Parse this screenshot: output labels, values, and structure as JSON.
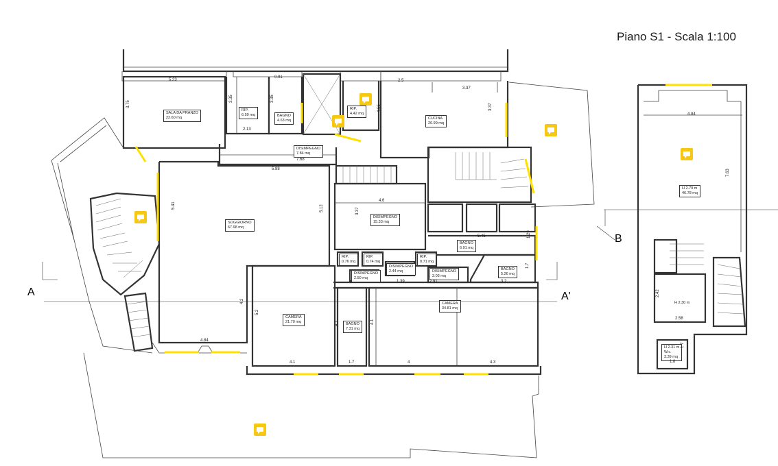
{
  "title": "Piano S1 - Scala 1:100",
  "section_labels": {
    "a_left": "A",
    "a_right": "A'",
    "b": "B"
  },
  "rooms": {
    "sala_da_pranzo": {
      "name": "SALA DA PRANZO",
      "area": "22.60 mq"
    },
    "rip1": {
      "name": "RIP.",
      "area": "6.59 mq"
    },
    "bagno1": {
      "name": "BAGNO",
      "area": "4.63 mq"
    },
    "disimpegno1": {
      "name": "DISIMPEGNO",
      "area": "7.84 mq"
    },
    "rip2": {
      "name": "RIP.",
      "area": "4.42 mq"
    },
    "cucina": {
      "name": "CUCINA",
      "area": "26.99 mq"
    },
    "soggiorno": {
      "name": "SOGGIORNO",
      "area": "67.98 mq"
    },
    "disimpegno2": {
      "name": "DISIMPEGNO",
      "area": "15.33 mq"
    },
    "bagno2": {
      "name": "BAGNO",
      "area": "6.91 mq"
    },
    "rip3": {
      "name": "RIP.",
      "area": "0.76 mq"
    },
    "rip4": {
      "name": "RIP.",
      "area": "0.74 mq"
    },
    "disimpegno3": {
      "name": "DISIMPEGNO",
      "area": "2.44 mq"
    },
    "rip5": {
      "name": "RIP.",
      "area": "0.71 mq"
    },
    "disimpegno4": {
      "name": "DISIMPEGNO",
      "area": "2.50 mq"
    },
    "disimpegno5": {
      "name": "DISIMPEGNO",
      "area": "3.03 mq"
    },
    "bagno3": {
      "name": "BAGNO",
      "area": "5.26 mq"
    },
    "camera1": {
      "name": "CAMERA",
      "area": "21.70 mq"
    },
    "bagno4": {
      "name": "BAGNO",
      "area": "7.31 mq"
    },
    "camera2": {
      "name": "CAMERA",
      "area": "34.81 mq"
    },
    "annex_main": {
      "name": "H 2.79 m",
      "area": "46.78 mq"
    },
    "annex_mid": {
      "name": "H 2.30 m",
      "area": ""
    },
    "annex_wc": {
      "name": "H 2.31 m",
      "sub": "W.c.",
      "area": "3.39 mq"
    }
  },
  "dimensions": {
    "d523": "5.23",
    "d375": "3.75",
    "d091": "0.91",
    "d335a": "3.35",
    "d335b": "3.35",
    "d213": "2.13",
    "d25": "2.5",
    "d337a": "3.37",
    "d455": "4.55",
    "d337b": "3.37",
    "d768": "7.68",
    "d588": "5.88",
    "d541": "5.41",
    "d46": "4.6",
    "d512": "5.12",
    "d337c": "3.37",
    "d545": "5.45",
    "d139": "1.39",
    "d291": "2.91",
    "d32": "3.2",
    "d17a": "1.7",
    "d129": "1.29",
    "d42": "4.2",
    "d52": "5.2",
    "d41a": "4.1",
    "d41b": "4.1",
    "d41c": "4.1",
    "d17b": "1.7",
    "d4": "4",
    "d43": "4.3",
    "d484": "4.84",
    "d484b": "4.84",
    "d763": "7.63",
    "d242": "2.42",
    "d258": "2.58",
    "d17c": "1.7",
    "d18": "1.8"
  },
  "colors": {
    "window": "#ffe000",
    "marker": "#f6c814",
    "wall": "#333333"
  },
  "markers": [
    "comment-icon",
    "comment-icon",
    "comment-icon",
    "comment-icon",
    "comment-icon",
    "comment-icon",
    "comment-icon"
  ]
}
